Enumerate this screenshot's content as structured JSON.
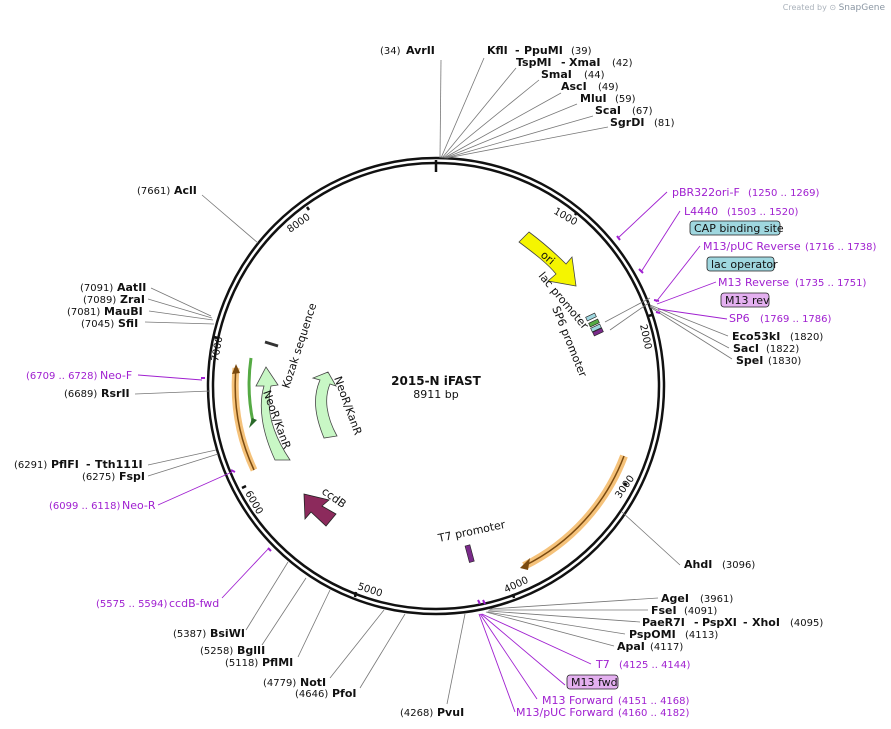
{
  "credit": {
    "created_by": "Created by",
    "brand": "SnapGene"
  },
  "plasmid": {
    "name": "2015-N iFAST",
    "length": "8911 bp",
    "total_bp": 8911
  },
  "ticks": [
    "1000",
    "2000",
    "3000",
    "4000",
    "5000",
    "6000",
    "7000",
    "8000"
  ],
  "sites": [
    {
      "name": "AvrII",
      "pos": "(34)",
      "bp": 34
    },
    {
      "name": "KflI",
      "pos": "(39)",
      "bp": 39
    },
    {
      "name": "PpuMI",
      "pos": "",
      "bp": 39
    },
    {
      "name": "TspMI",
      "pos": "(42)",
      "bp": 42
    },
    {
      "name": "XmaI",
      "pos": "",
      "bp": 42
    },
    {
      "name": "SmaI",
      "pos": "(44)",
      "bp": 44
    },
    {
      "name": "AscI",
      "pos": "(49)",
      "bp": 49
    },
    {
      "name": "MluI",
      "pos": "(59)",
      "bp": 59
    },
    {
      "name": "ScaI",
      "pos": "(67)",
      "bp": 67
    },
    {
      "name": "SgrDI",
      "pos": "(81)",
      "bp": 81
    },
    {
      "name": "Eco53kI",
      "pos": "(1820)",
      "bp": 1820
    },
    {
      "name": "SacI",
      "pos": "(1822)",
      "bp": 1822
    },
    {
      "name": "SpeI",
      "pos": "(1830)",
      "bp": 1830
    },
    {
      "name": "AhdI",
      "pos": "(3096)",
      "bp": 3096
    },
    {
      "name": "AgeI",
      "pos": "(3961)",
      "bp": 3961
    },
    {
      "name": "FseI",
      "pos": "(4091)",
      "bp": 4091
    },
    {
      "name": "PaeR7I",
      "pos": "",
      "bp": 4095
    },
    {
      "name": "PspXI",
      "pos": "",
      "bp": 4095
    },
    {
      "name": "XhoI",
      "pos": "(4095)",
      "bp": 4095
    },
    {
      "name": "PspOMI",
      "pos": "(4113)",
      "bp": 4113
    },
    {
      "name": "ApaI",
      "pos": "(4117)",
      "bp": 4117
    },
    {
      "name": "PvuI",
      "pos": "(4268)",
      "bp": 4268
    },
    {
      "name": "PfoI",
      "pos": "(4646)",
      "bp": 4646
    },
    {
      "name": "NotI",
      "pos": "(4779)",
      "bp": 4779
    },
    {
      "name": "PflMI",
      "pos": "(5118)",
      "bp": 5118
    },
    {
      "name": "BglII",
      "pos": "(5258)",
      "bp": 5258
    },
    {
      "name": "BsiWI",
      "pos": "(5387)",
      "bp": 5387
    },
    {
      "name": "FspI",
      "pos": "(6275)",
      "bp": 6275
    },
    {
      "name": "PflFI",
      "pos": "(6291)",
      "bp": 6291
    },
    {
      "name": "Tth111I",
      "pos": "",
      "bp": 6291
    },
    {
      "name": "RsrII",
      "pos": "(6689)",
      "bp": 6689
    },
    {
      "name": "SfiI",
      "pos": "(7045)",
      "bp": 7045
    },
    {
      "name": "MauBI",
      "pos": "(7081)",
      "bp": 7081
    },
    {
      "name": "ZraI",
      "pos": "(7089)",
      "bp": 7089
    },
    {
      "name": "AatII",
      "pos": "(7091)",
      "bp": 7091
    },
    {
      "name": "AclI",
      "pos": "(7661)",
      "bp": 7661
    }
  ],
  "primers": [
    {
      "name": "pBR322ori-F",
      "range": "(1250 .. 1269)"
    },
    {
      "name": "L4440",
      "range": "(1503 .. 1520)"
    },
    {
      "name": "M13/pUC Reverse",
      "range": "(1716 .. 1738)"
    },
    {
      "name": "M13 Reverse",
      "range": "(1735 .. 1751)"
    },
    {
      "name": "SP6",
      "range": "(1769 .. 1786)"
    },
    {
      "name": "T7",
      "range": "(4125 .. 4144)"
    },
    {
      "name": "M13 Forward",
      "range": "(4151 .. 4168)"
    },
    {
      "name": "M13/pUC Forward",
      "range": "(4160 .. 4182)"
    },
    {
      "name": "ccdB-fwd",
      "range": "(5575 .. 5594)"
    },
    {
      "name": "Neo-R",
      "range": "(6099 .. 6118)"
    },
    {
      "name": "Neo-F",
      "range": "(6709 .. 6728)"
    }
  ],
  "boxed_features": {
    "cap": "CAP binding site",
    "lac_op": "lac operator",
    "m13rev": "M13 rev",
    "m13fwd": "M13 fwd"
  },
  "features": {
    "ori": "ori",
    "lac_promoter": "lac promoter",
    "sp6_promoter": "SP6 promoter",
    "t7_promoter": "T7 promoter",
    "ccdb": "ccdB",
    "neor_inner": "NeoR/KanR",
    "neor_mid": "NeoR/KanR",
    "kozak": "Kozak sequence"
  },
  "colors": {
    "primer": "#a020d0",
    "ori": "#f5f500",
    "neor": "#c8f7c5",
    "ccdb": "#8c2a5c",
    "box_cyan": "#9fd7df",
    "box_violet": "#e4b0f0",
    "orf_orange": "#f5c27a",
    "orf_dark": "#7a4a10"
  }
}
